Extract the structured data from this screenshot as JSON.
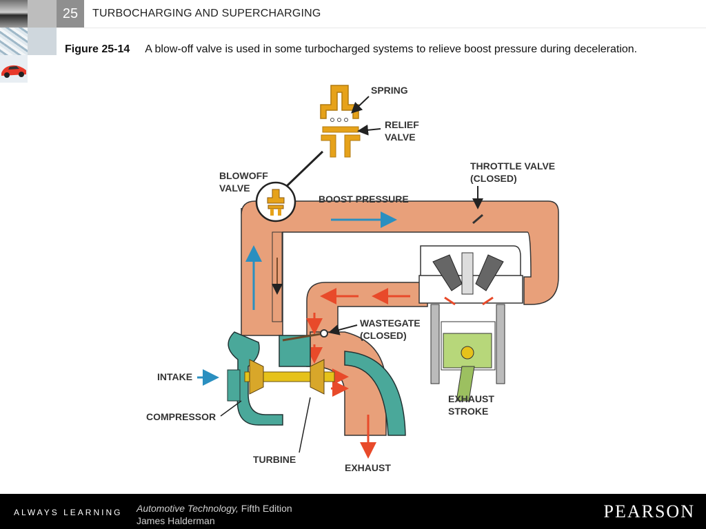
{
  "header": {
    "chapter_number": "25",
    "chapter_title": "TURBOCHARGING AND SUPERCHARGING"
  },
  "caption": {
    "figure_label": "Figure 25-14",
    "text": "A blow-off valve is used in some turbocharged systems to relieve boost pressure during deceleration."
  },
  "diagram": {
    "labels": {
      "spring": "SPRING",
      "relief_valve_1": "RELIEF",
      "relief_valve_2": "VALVE",
      "blowoff_1": "BLOWOFF",
      "blowoff_2": "VALVE",
      "throttle_1": "THROTTLE VALVE",
      "throttle_2": "(CLOSED)",
      "boost_pressure": "BOOST PRESSURE",
      "wastegate_1": "WASTEGATE",
      "wastegate_2": "(CLOSED)",
      "intake": "INTAKE",
      "compressor": "COMPRESSOR",
      "turbine": "TURBINE",
      "exhaust": "EXHAUST",
      "exhaust_stroke_1": "EXHAUST",
      "exhaust_stroke_2": "STROKE"
    },
    "colors": {
      "duct": "#e8a07a",
      "housing": "#4aa89a",
      "valve_gold": "#e6a21a",
      "intake_arrow": "#2a8fc0",
      "exhaust_arrow": "#e84a2a"
    }
  },
  "footer": {
    "tagline": "ALWAYS LEARNING",
    "book_title": "Automotive Technology,",
    "edition": "Fifth Edition",
    "author": "James Halderman",
    "publisher": "PEARSON"
  }
}
